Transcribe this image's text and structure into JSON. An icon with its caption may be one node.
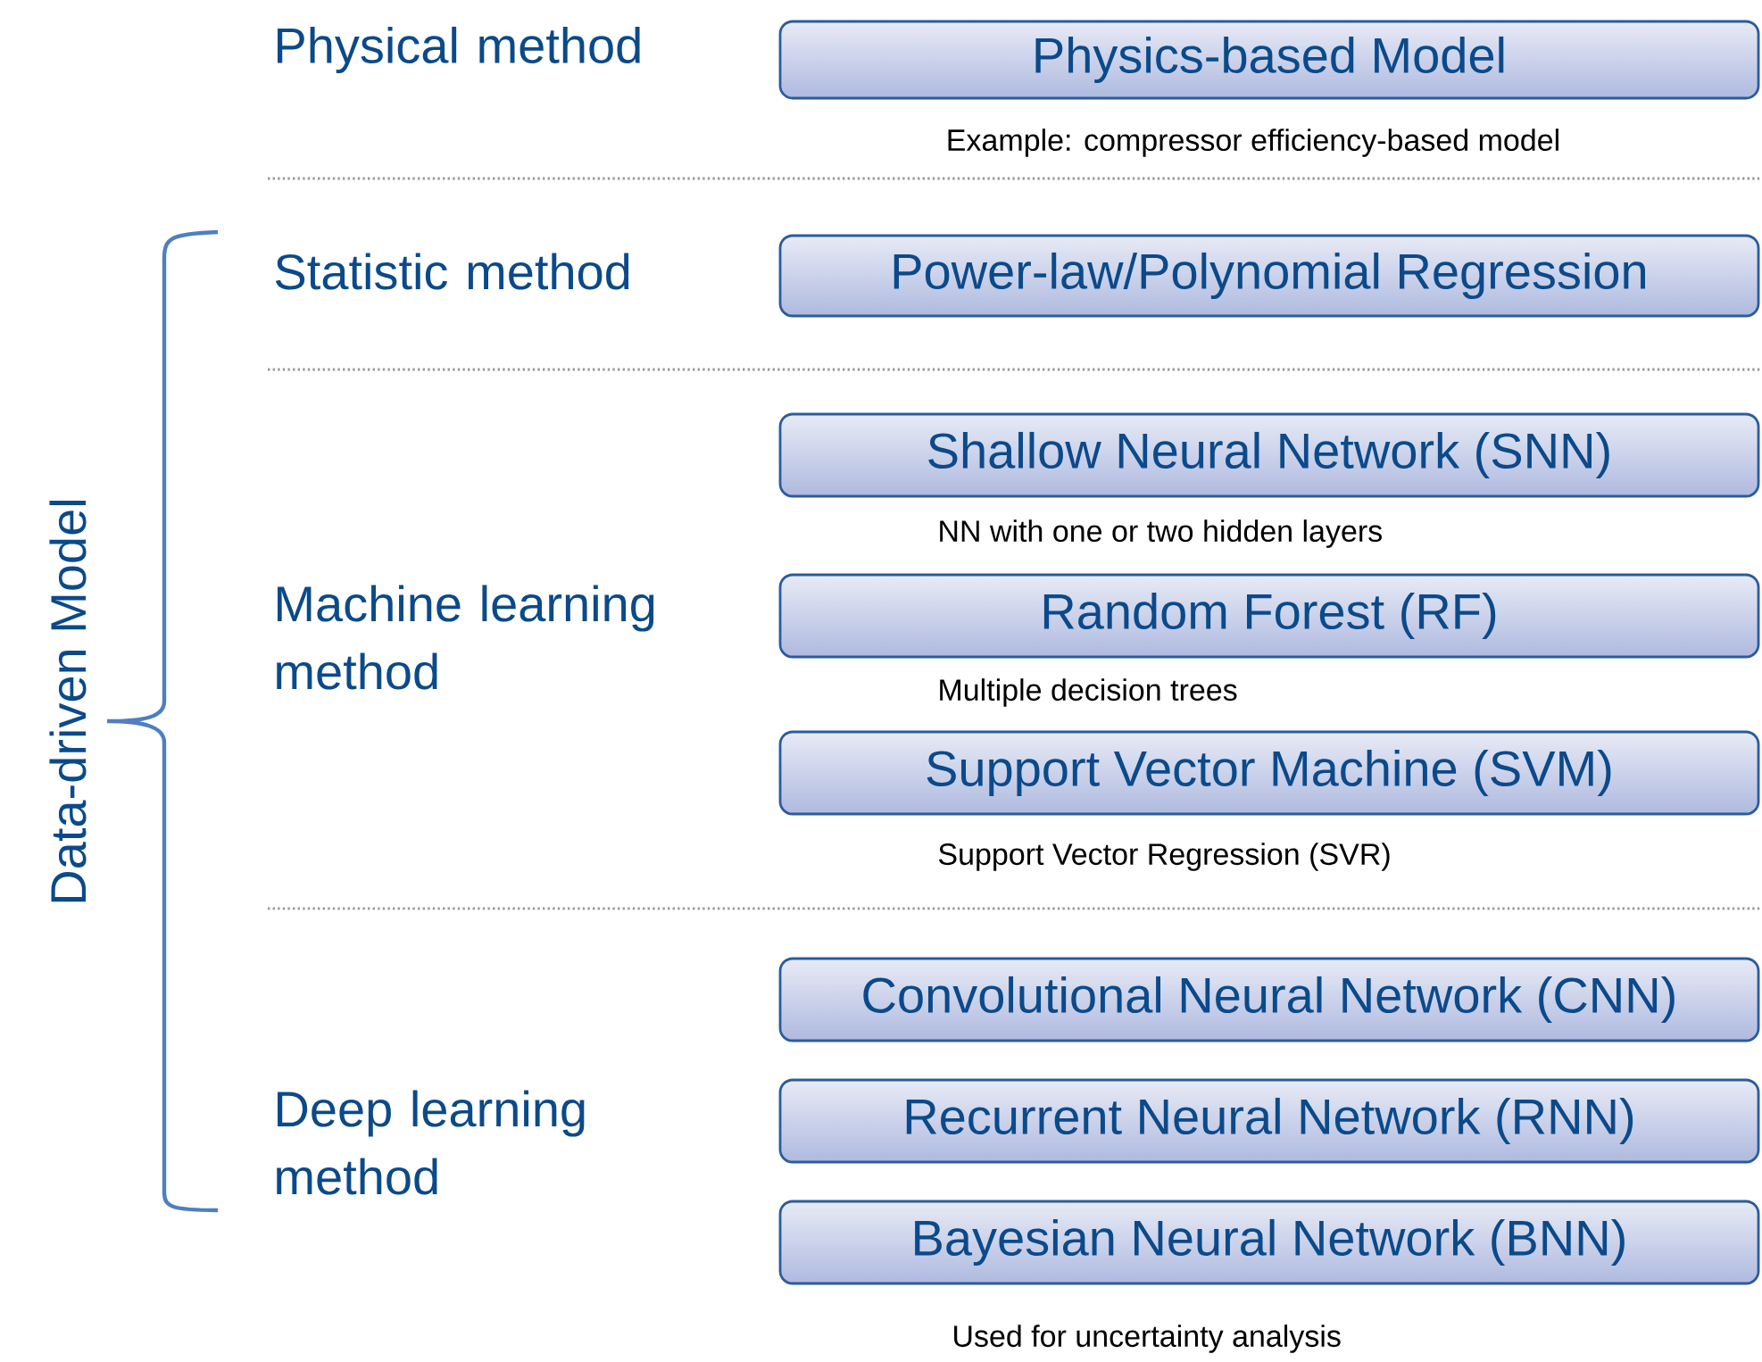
{
  "diagram": {
    "nodes": [
      {
        "text": [
          "Physics-based Model"
        ],
        "beside": [
          "Example: compressor efficiency-based model"
        ]
      },
      {
        "text": [
          "Power-law/Polynomial Regression"
        ]
      },
      {
        "text": [
          "Shallow Neural Network (SNN)"
        ],
        "beside": [
          "NN with one or two hidden layers"
        ]
      },
      {
        "text": [
          "Random Forest (RF)"
        ],
        "beside": [
          "Multiple decision trees"
        ]
      },
      {
        "text": [
          "Support Vector Machine (SVM)"
        ],
        "beside": [
          "Support Vector Regression (SVR)"
        ]
      },
      {
        "text": [
          "Convolutional Neural Network (CNN)"
        ]
      },
      {
        "text": [
          "Recurrent Neural Network (RNN)"
        ]
      },
      {
        "text": [
          "Bayesian Neural Network (BNN)"
        ],
        "beside": [
          "Used for uncertainty analysis"
        ]
      }
    ],
    "edges": [],
    "labels": [
      "Physical method",
      "Statistic method",
      "Machine learning method",
      "Deep learning method",
      "Data-driven Model"
    ]
  }
}
